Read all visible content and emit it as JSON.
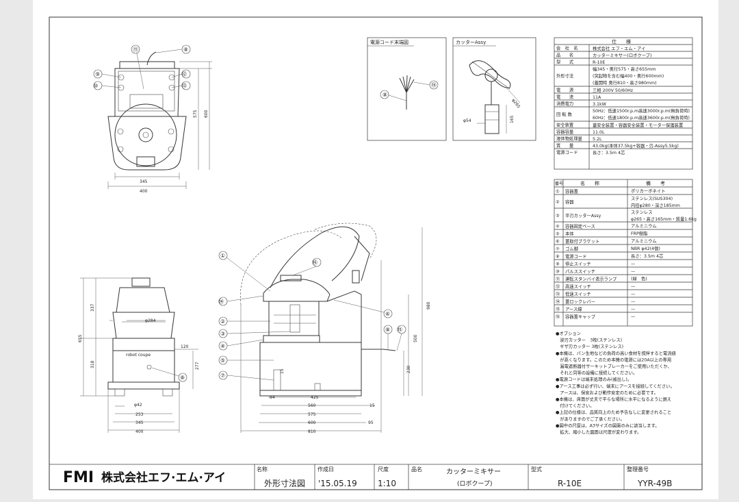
{
  "spec_table": {
    "header": "仕　　様",
    "rows": [
      {
        "label": "会　社　名",
        "value": "株式会社 エフ・エム・アイ"
      },
      {
        "label": "品　　名",
        "value": "カッターミキサー(ロボクープ)"
      },
      {
        "label": "型　　式",
        "value": "R-10E"
      },
      {
        "label": "外形寸法",
        "value": "幅345・奥行575・高さ655mm",
        "value2": "(突起物を含む幅400・奥行600mm)",
        "value3": "(蓋開時 奥行810・高さ980mm)"
      },
      {
        "label": "電　　源",
        "value": "三相 200V 50/60Hz"
      },
      {
        "label": "電　　流",
        "value": "11A"
      },
      {
        "label": "消費電力",
        "value": "3.1kW"
      },
      {
        "label": "回 転 数",
        "value": "50Hz：低速1500r.p.m高速3000r.p.m(無負荷時)",
        "value2": "60Hz：低速1800r.p.m高速3600r.p.m(無負荷時)"
      },
      {
        "label": "安全装置",
        "value": "蓋安全装置・容器安全装置・モーター保護装置"
      },
      {
        "label": "容器容量",
        "value": "11.0L"
      },
      {
        "label": "液体物処理量",
        "value": "5.2L"
      },
      {
        "label": "質　　量",
        "value": "43.0kg(本体37.5kg+容器・刃-Assy5.5kg)"
      },
      {
        "label": "電源コード",
        "value": "長さ：3.5m 4芯"
      }
    ]
  },
  "parts_table": {
    "col_no": "番号",
    "col_name": "名　　称",
    "col_note": "備　　考",
    "rows": [
      {
        "no": "①",
        "name": "容器蓋",
        "note": "ポリカーボネイト"
      },
      {
        "no": "②",
        "name": "容器",
        "note": "ステンレス(SUS304)",
        "note2": "内径φ280・深さ185mm"
      },
      {
        "no": "③",
        "name": "平刃カッターAssy",
        "note": "ステンレス",
        "note2": "φ265・高さ165mm・質量1.6kg"
      },
      {
        "no": "④",
        "name": "容器固定ベース",
        "note": "アルミニウム"
      },
      {
        "no": "⑤",
        "name": "本体",
        "note": "FRP樹脂"
      },
      {
        "no": "⑥",
        "name": "蓋取付ブラケット",
        "note": "アルミニウム"
      },
      {
        "no": "⑦",
        "name": "ゴム脚",
        "note": "NBR φ42(4個)"
      },
      {
        "no": "⑧",
        "name": "電源コード",
        "note": "長さ：3.5m 4芯"
      },
      {
        "no": "⑨",
        "name": "停止スイッチ",
        "note": "—"
      },
      {
        "no": "⑩",
        "name": "パルススイッチ",
        "note": "—"
      },
      {
        "no": "⑪",
        "name": "運転スタンバイ表示ランプ",
        "note": "(緑　色)"
      },
      {
        "no": "⑫",
        "name": "高速スイッチ",
        "note": "—"
      },
      {
        "no": "⑬",
        "name": "低速スイッチ",
        "note": "—"
      },
      {
        "no": "⑭",
        "name": "蓋ロックレバー",
        "note": "—"
      },
      {
        "no": "⑮",
        "name": "アース線",
        "note": "—"
      },
      {
        "no": "⑯",
        "name": "容器蓋キャップ",
        "note": "—"
      }
    ]
  },
  "notes": [
    "●オプション",
    "　波刃カッター　3枚(ステンレス)",
    "　ギザ刃カッター 3枚(ステンレス)",
    "●本機は、パン生地などの負荷の高い食材を撹拌すると電流値",
    "　が高くなります。このため本機の電源には20A以上の専用",
    "　漏電遮断器付サーキットブレーカーをご使用いただくか、",
    "　それと同等の設備に接続してください。",
    "●電源コードは端末処理のみ(被出し)。",
    "●アース工事は必ず行い、端末にアースを接続してください。",
    "　アースは、保安および動作安定のために必要です。",
    "●本機は、床面が丈夫で平らな場所に水平になるように据え",
    "　付けてください。",
    "●上記の仕様は、品質向上のため予告なしに変更されること",
    "　がありますのでご了承ください。",
    "●図中の尺度は、A3サイズの図面のみに該当します。",
    "　拡大、縮小した図面は尺度が変わります。"
  ],
  "detail_cord": {
    "title": "電源コード末端図",
    "labels": [
      "⑧",
      "⑮"
    ]
  },
  "detail_cutter": {
    "title": "カッターAssy",
    "dims": [
      "φ265",
      "φ54",
      "165"
    ]
  },
  "front_view_top": {
    "callouts": [
      "⑪",
      "⑧",
      "⑨",
      "⑩",
      "⑫",
      "⑬"
    ],
    "dims": [
      "345",
      "400",
      "575",
      "600"
    ]
  },
  "front_view_bottom": {
    "dims": [
      "337",
      "655",
      "318",
      "φ284",
      "120",
      "277",
      "φ42",
      "253",
      "345",
      "400"
    ],
    "callouts": [
      "⑧"
    ],
    "logo": "robot coupe"
  },
  "side_view": {
    "callouts": [
      "①",
      "⑯",
      "⑭",
      "②",
      "③",
      "④",
      "⑤",
      "⑦",
      "⑥",
      "⑧",
      "⑮"
    ],
    "dims": [
      "980",
      "500",
      "230",
      "15",
      "84",
      "425",
      "560",
      "575",
      "600",
      "810",
      "15",
      "95"
    ]
  },
  "title_block": {
    "logo": "FMI",
    "company": "株式会社エフ·エム·アイ",
    "label_name": "名称",
    "value_name": "外形寸法図",
    "label_date": "作成日",
    "value_date": "'15.05.19",
    "label_scale": "尺度",
    "value_scale": "1:10",
    "label_product": "品名",
    "value_product": "カッターミキサー",
    "value_product2": "(ロボクープ)",
    "label_model": "型式",
    "value_model": "R-10E",
    "label_number": "整理番号",
    "value_number": "YYR-49B"
  }
}
